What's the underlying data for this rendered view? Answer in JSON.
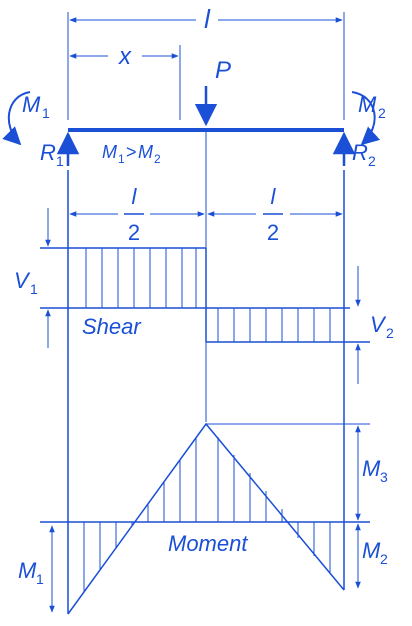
{
  "labels": {
    "span": "l",
    "distance": "x",
    "load": "P",
    "moment_left_main": "M",
    "moment_left_sub": "1",
    "moment_right_main": "M",
    "moment_right_sub": "2",
    "reaction_left_main": "R",
    "reaction_left_sub": "1",
    "reaction_right_main": "R",
    "reaction_right_sub": "2",
    "condition_a_main": "M",
    "condition_a_sub": "1",
    "condition_op": ">",
    "condition_b_main": "M",
    "condition_b_sub": "2",
    "half_num": "l",
    "half_den": "2",
    "shear_left_main": "V",
    "shear_left_sub": "1",
    "shear_right_main": "V",
    "shear_right_sub": "2",
    "shear_title": "Shear",
    "moment_mid_main": "M",
    "moment_mid_sub": "3",
    "moment_r_main": "M",
    "moment_r_sub": "2",
    "moment_l_main": "M",
    "moment_l_sub": "1",
    "moment_title": "Moment"
  },
  "colors": {
    "ink": "#1a4fd6",
    "background": "#ffffff"
  }
}
